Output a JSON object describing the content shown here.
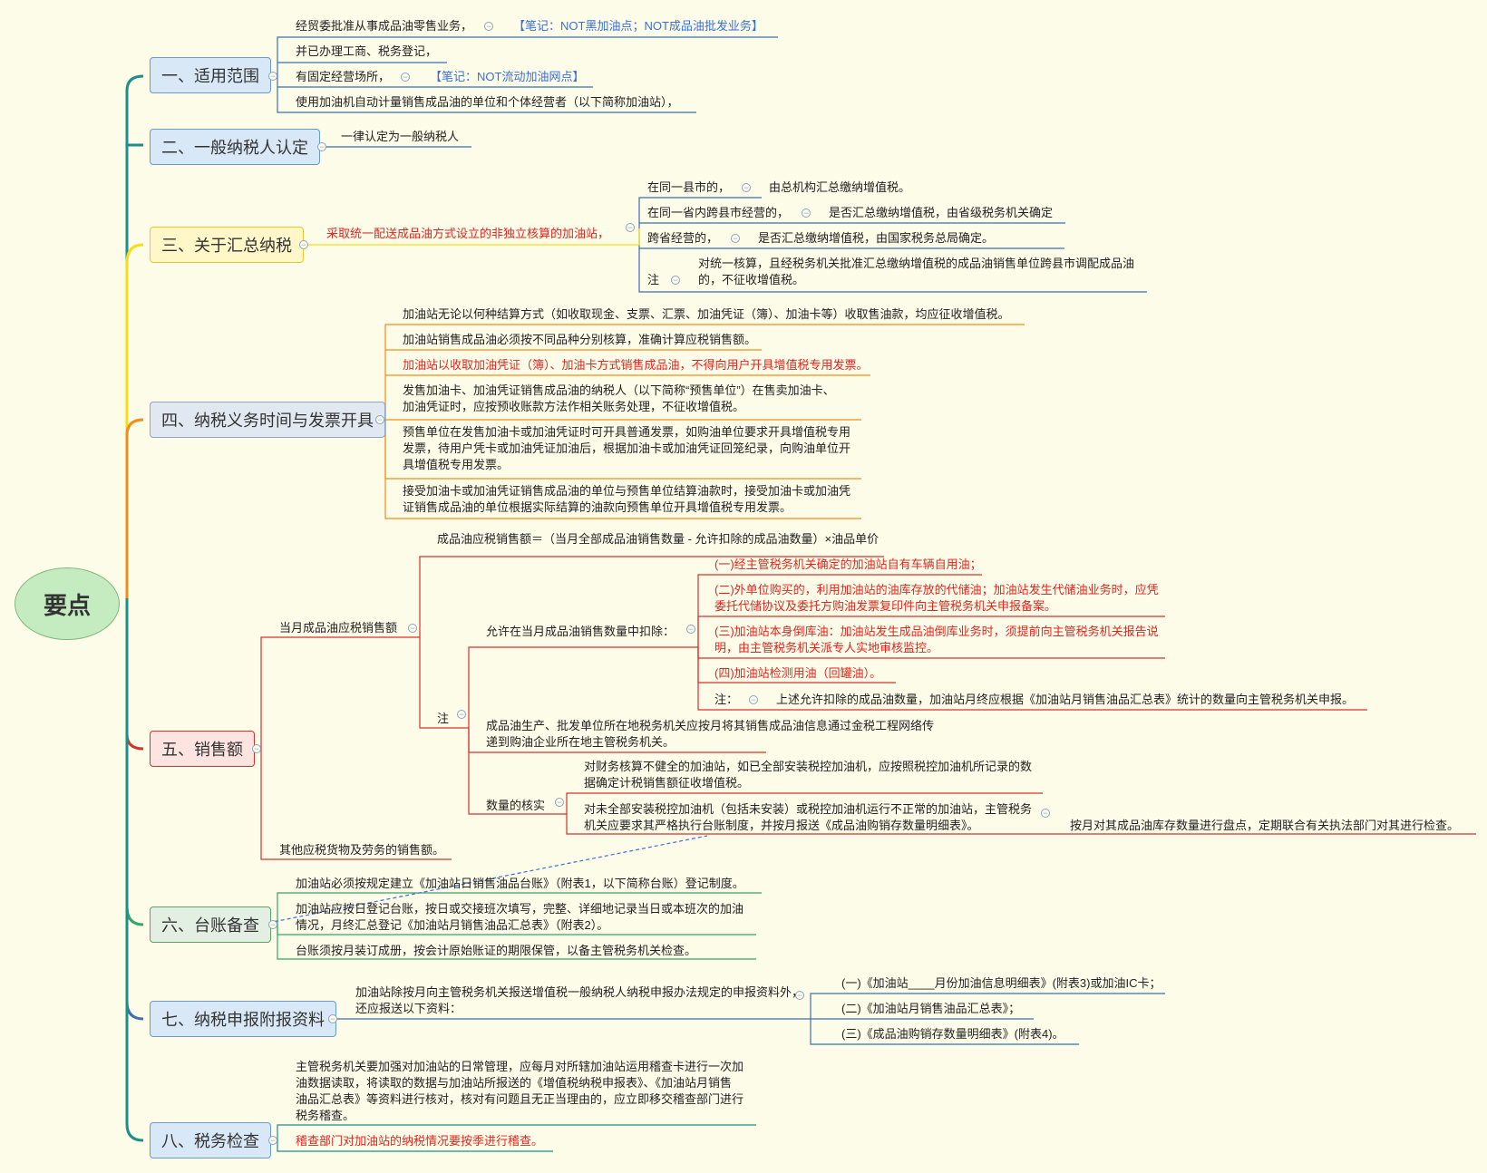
{
  "root": "要点",
  "branches": {
    "b1": "一、适用范围",
    "b2": "二、一般纳税人认定",
    "b3": "三、关于汇总纳税",
    "b4": "四、纳税义务时间与发票开具",
    "b5": "五、销售额",
    "b6": "六、台账备查",
    "b7": "七、纳税申报附报资料",
    "b8": "八、税务检查"
  },
  "s1": {
    "a": "经贸委批准从事成品油零售业务，",
    "a_note": "【笔记：NOT黑加油点；NOT成品油批发业务】",
    "b": "并已办理工商、税务登记，",
    "c": "有固定经营场所，",
    "c_note": "【笔记：NOT流动加油网点】",
    "d": "使用加油机自动计量销售成品油的单位和个体经营者（以下简称加油站），"
  },
  "s2": {
    "a": "一律认定为一般纳税人"
  },
  "s3": {
    "main": "采取统一配送成品油方式设立的非独立核算的加油站，",
    "a": "在同一县市的，",
    "a_r": "由总机构汇总缴纳增值税。",
    "b": "在同一省内跨县市经营的，",
    "b_r": "是否汇总缴纳增值税，由省级税务机关确定",
    "c": "跨省经营的，",
    "c_r": "是否汇总缴纳增值税，由国家税务总局确定。",
    "d": "注",
    "d_r1": "对统一核算，且经税务机关批准汇总缴纳增值税的成品油销售单位跨县市调配成品油",
    "d_r2": "的，不征收增值税。"
  },
  "s4": {
    "a": "加油站无论以何种结算方式（如收取现金、支票、汇票、加油凭证（簿）、加油卡等）收取售油款，均应征收增值税。",
    "b": "加油站销售成品油必须按不同品种分别核算，准确计算应税销售额。",
    "c": "加油站以收取加油凭证（簿）、加油卡方式销售成品油，不得向用户开具增值税专用发票。",
    "d1": "发售加油卡、加油凭证销售成品油的纳税人（以下简称“预售单位”）在售卖加油卡、",
    "d2": "加油凭证时，应按预收账款方法作相关账务处理，不征收增值税。",
    "e1": "预售单位在发售加油卡或加油凭证时可开具普通发票，如购油单位要求开具增值税专用",
    "e2": "发票，待用户凭卡或加油凭证加油后，根据加油卡或加油凭证回笼纪录，向购油单位开",
    "e3": "具增值税专用发票。",
    "f1": "接受加油卡或加油凭证销售成品油的单位与预售单位结算油款时，接受加油卡或加油凭",
    "f2": "证销售成品油的单位根据实际结算的油款向预售单位开具增值税专用发票。"
  },
  "s5": {
    "a": "当月成品油应税销售额",
    "a1": "成品油应税销售额＝（当月全部成品油销售数量 - 允许扣除的成品油数量）×油品单价",
    "a2": "注",
    "allow": "允许在当月成品油销售数量中扣除：",
    "i1": "(一)经主管税务机关确定的加油站自有车辆自用油；",
    "i2a": "(二)外单位购买的，利用加油站的油库存放的代储油；加油站发生代储油业务时，应凭",
    "i2b": "委托代储协议及委托方购油发票复印件向主管税务机关申报备案。",
    "i3a": "(三)加油站本身倒库油：加油站发生成品油倒库业务时，须提前向主管税务机关报告说",
    "i3b": "明，由主管税务机关派专人实地审核监控。",
    "i4": "(四)加油站检测用油（回罐油）。",
    "note": "注：",
    "note_r": "上述允许扣除的成品油数量，加油站月终应根据《加油站月销售油品汇总表》统计的数量向主管税务机关申报。",
    "p1": "成品油生产、批发单位所在地税务机关应按月将其销售成品油信息通过金税工程网络传",
    "p2": "递到购油企业所在地主管税务机关。",
    "q": "数量的核实",
    "q1a": "对财务核算不健全的加油站，如已全部安装税控加油机，应按照税控加油机所记录的数",
    "q1b": "据确定计税销售额征收增值税。",
    "q2a": "对未全部安装税控加油机（包括未安装）或税控加油机运行不正常的加油站，主管税务",
    "q2b": "机关应要求其严格执行台账制度，并按月报送《成品油购销存数量明细表》。",
    "q2r": "按月对其成品油库存数量进行盘点，定期联合有关执法部门对其进行检查。",
    "b": "其他应税货物及劳务的销售额。"
  },
  "s6": {
    "a": "加油站必须按规定建立《加油站日销售油品台账》（附表1，以下简称台账）登记制度。",
    "b1": "加油站应按日登记台账，按日或交接班次填写，完整、详细地记录当日或本班次的加油",
    "b2": "情况，月终汇总登记《加油站月销售油品汇总表》（附表2）。",
    "c": "台账须按月装订成册，按会计原始账证的期限保管，以备主管税务机关检查。"
  },
  "s7": {
    "main1": "加油站除按月向主管税务机关报送增值税一般纳税人纳税申报办法规定的申报资料外，",
    "main2": "还应报送以下资料：",
    "a": "(一)《加油站____月份加油信息明细表》(附表3)或加油IC卡；",
    "b": "(二)《加油站月销售油品汇总表》；",
    "c": "(三)《成品油购销存数量明细表》(附表4)。"
  },
  "s8": {
    "a1": "主管税务机关要加强对加油站的日常管理，应每月对所辖加油站运用稽查卡进行一次加",
    "a2": "油数据读取，将读取的数据与加油站所报送的《增值税纳税申报表》、《加油站月销售",
    "a3": "油品汇总表》等资料进行核对，核对有问题且无正当理由的，应立即移交稽查部门进行",
    "a4": "税务稽查。",
    "b": "稽查部门对加油站的纳税情况要按季进行稽查。"
  },
  "colors": {
    "teal": "#1a8f8c",
    "yellow": "#f3de18",
    "orange": "#f28c1a",
    "red": "#d4322e",
    "green": "#36a36c",
    "blue": "#3e6fb0",
    "red_text": "#e0251f",
    "blue_text": "#3a6fd8"
  }
}
